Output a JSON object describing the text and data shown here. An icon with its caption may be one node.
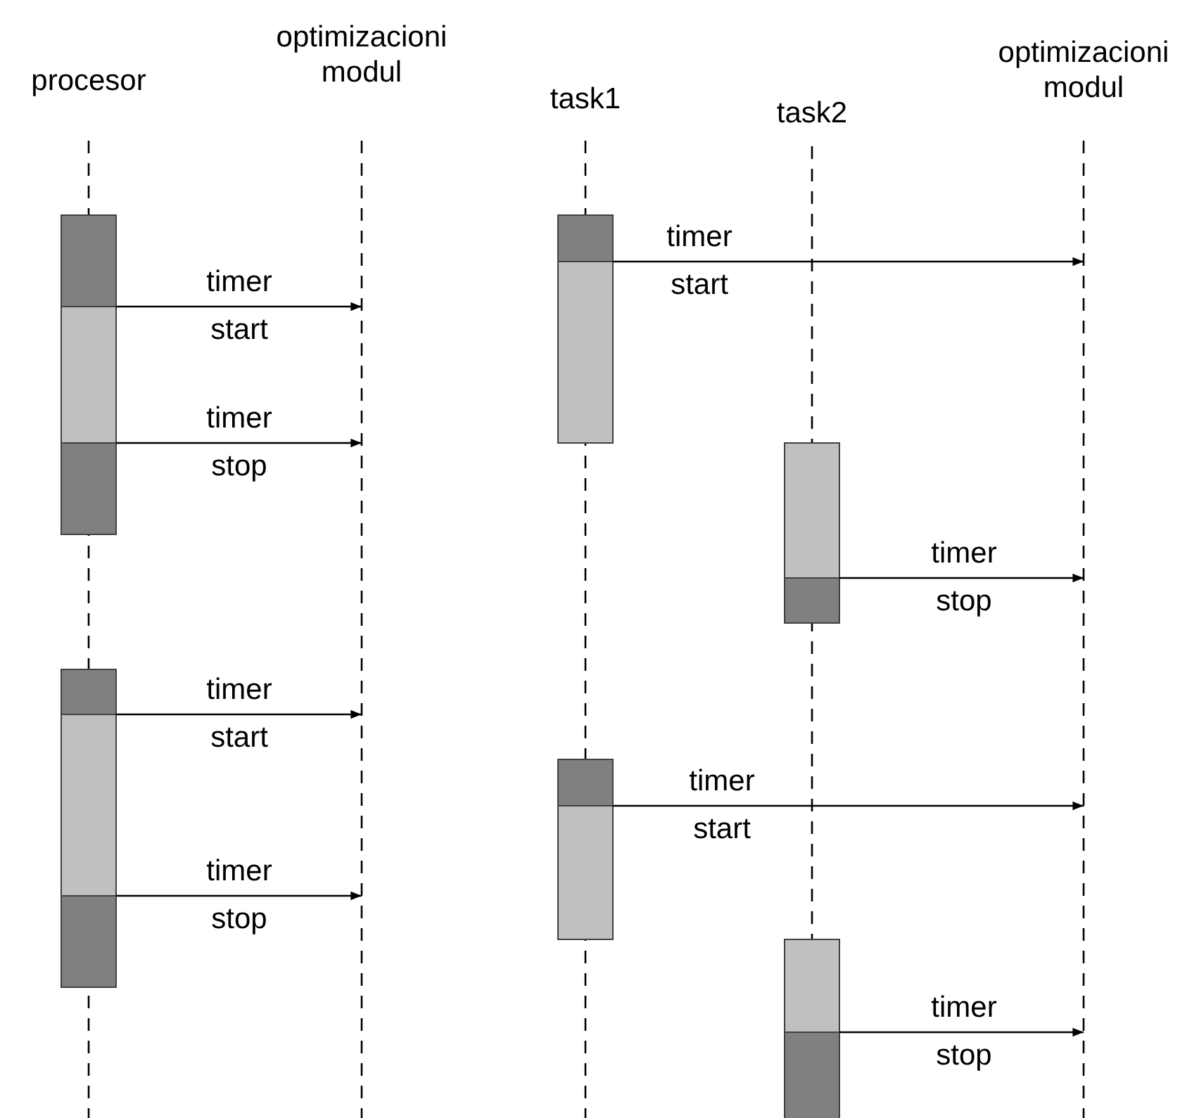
{
  "diagram": {
    "nodes": [
      {
        "text": [
          "procesor"
        ]
      },
      {
        "text": [
          "optimizacioni modul"
        ]
      },
      {
        "text": [
          "task1"
        ]
      },
      {
        "text": [
          "task2"
        ]
      },
      {
        "text": [
          "optimizacioni modul"
        ]
      },
      {
        "text": [],
        "shape": "line"
      },
      {
        "text": [],
        "shape": "line"
      },
      {
        "text": [],
        "shape": "line"
      },
      {
        "text": [],
        "shape": "line"
      },
      {
        "text": [],
        "shape": "line"
      },
      {
        "text": [],
        "shape": "bar"
      },
      {
        "text": [],
        "shape": "bar"
      },
      {
        "text": [],
        "shape": "bar"
      },
      {
        "text": [],
        "shape": "bar"
      },
      {
        "text": [],
        "shape": "bar"
      },
      {
        "text": [],
        "shape": "bar"
      }
    ],
    "edges": [
      {
        "from": 10,
        "to": 6,
        "arrow": "to",
        "label": "timer start"
      },
      {
        "from": 10,
        "to": 6,
        "arrow": "to",
        "label": "timer stop"
      },
      {
        "from": 11,
        "to": 6,
        "arrow": "to",
        "label": "timer start"
      },
      {
        "from": 11,
        "to": 6,
        "arrow": "to",
        "label": "timer stop"
      },
      {
        "from": 12,
        "to": 9,
        "arrow": "to",
        "label": "timer start"
      },
      {
        "from": 13,
        "to": 9,
        "arrow": "to",
        "label": "timer stop"
      },
      {
        "from": 14,
        "to": 9,
        "arrow": "to",
        "label": "timer start"
      },
      {
        "from": 15,
        "to": 9,
        "arrow": "to",
        "label": "timer stop"
      }
    ]
  }
}
